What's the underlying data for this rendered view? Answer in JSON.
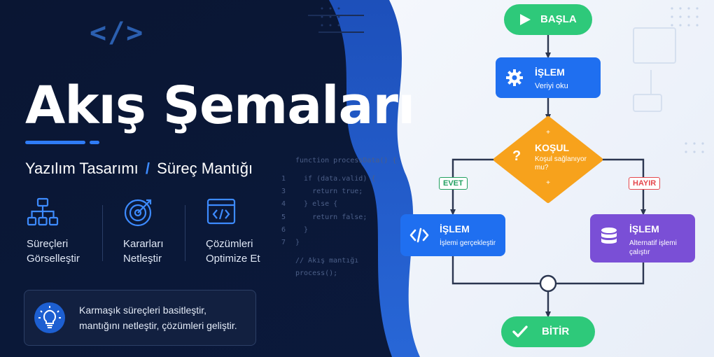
{
  "hero": {
    "title": "Akış Şemaları",
    "subtitle_part1": "Yazılım Tasarımı",
    "subtitle_sep": "/",
    "subtitle_part2": "Süreç Mantığı"
  },
  "features": [
    {
      "icon": "hierarchy-icon",
      "line1": "Süreçleri",
      "line2": "Görselleştir"
    },
    {
      "icon": "target-icon",
      "line1": "Kararları",
      "line2": "Netleştir"
    },
    {
      "icon": "code-window-icon",
      "line1": "Çözümleri",
      "line2": "Optimize Et"
    }
  ],
  "tip": {
    "icon": "lightbulb-icon",
    "line1": "Karmaşık süreçleri basitleştir,",
    "line2": "mantığını netleştir, çözümleri geliştir."
  },
  "code_snippet": {
    "lines": [
      {
        "num": "",
        "text": "function processData() {"
      },
      {
        "num": "1",
        "text": "  if (data.valid) {"
      },
      {
        "num": "3",
        "text": "    return true;"
      },
      {
        "num": "4",
        "text": "  } else {"
      },
      {
        "num": "5",
        "text": "    return false;"
      },
      {
        "num": "6",
        "text": "  }"
      },
      {
        "num": "7",
        "text": "}"
      },
      {
        "num": "",
        "text": "// Akış mantığı"
      },
      {
        "num": "",
        "text": "process();"
      }
    ]
  },
  "flowchart": {
    "start": {
      "label": "BAŞLA",
      "icon": "play-icon",
      "color": "#2ec97a"
    },
    "process1": {
      "title": "İŞLEM",
      "subtitle": "Veriyi oku",
      "icon": "gear-icon",
      "color": "#1f6ff0"
    },
    "decision": {
      "title": "KOŞUL",
      "subtitle_line1": "Koşul sağlanıyor",
      "subtitle_line2": "mu?",
      "icon": "question-icon",
      "color": "#f7a21c"
    },
    "yes_label": "EVET",
    "no_label": "HAYIR",
    "process_yes": {
      "title": "İŞLEM",
      "subtitle": "İşlemi gerçekleştir",
      "icon": "code-icon",
      "color": "#1f6ff0"
    },
    "process_no": {
      "title": "İŞLEM",
      "subtitle_line1": "Alternatif işlemi",
      "subtitle_line2": "çalıştır",
      "icon": "database-icon",
      "color": "#7a4fd6"
    },
    "end": {
      "label": "BİTİR",
      "icon": "check-icon",
      "color": "#2ec97a"
    },
    "colors": {
      "yes": "#22a060",
      "no": "#e5484d",
      "connector": "#2b3650"
    }
  }
}
